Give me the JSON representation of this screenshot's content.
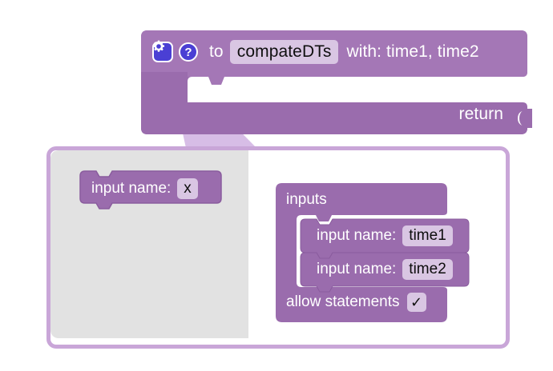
{
  "colors": {
    "block_fill": "#9a6cad",
    "block_fill_light": "#a477b6",
    "block_stroke": "#8a5c9e",
    "field_bg": "#d9c6e3",
    "panel_border": "#c9a6d8",
    "flyout_bg": "#e2e2e2",
    "icon_blue": "#4a3fd4",
    "tail_fill": "#d7bde6",
    "canvas_bg": "#ffffff",
    "text_on_block": "#ffffff",
    "text_on_field": "#101010"
  },
  "procedure_block": {
    "gear_icon": "gear-icon",
    "help_icon": "help-icon",
    "help_label": "?",
    "to_label": "to",
    "procedure_name": "compateDTs",
    "with_label": "with: time1, time2",
    "return_label": "return"
  },
  "mutator_panel": {
    "flyout": {
      "block": {
        "label": "input name:",
        "value": "x"
      }
    },
    "inputs_block": {
      "title": "inputs",
      "items": [
        {
          "label": "input name:",
          "value": "time1"
        },
        {
          "label": "input name:",
          "value": "time2"
        }
      ],
      "allow_statements": {
        "label": "allow statements",
        "checked_glyph": "✓"
      }
    }
  }
}
